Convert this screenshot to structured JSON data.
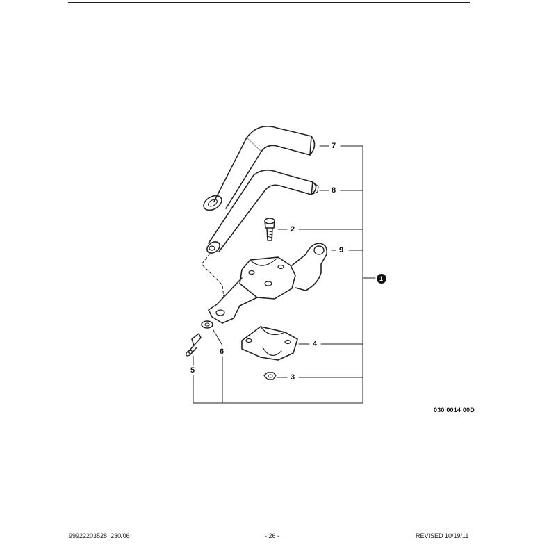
{
  "diagram": {
    "callouts": {
      "grip_upper": "7",
      "grip_lower": "8",
      "screw_top": "2",
      "bracket": "9",
      "assembly": "1",
      "clamp": "4",
      "nut": "3",
      "screw_bottom": "5",
      "washer": "6"
    },
    "part_code": "030 0014 00D"
  },
  "footer": {
    "doc_number": "99922203528_230/06",
    "page": "- 26 -",
    "revised": "REVISED 10/19/11"
  }
}
